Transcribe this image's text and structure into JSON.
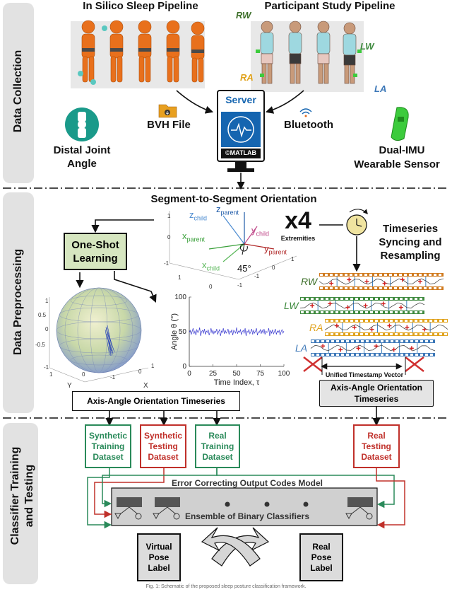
{
  "sections": {
    "collection": "Data Collection",
    "preprocessing": "Data Preprocessing",
    "training_line1": "Classifier Training",
    "training_line2": "and Testing"
  },
  "collection": {
    "insilico_title": "In Silico Sleep Pipeline",
    "participant_title": "Participant Study Pipeline",
    "limb_labels": {
      "rw": "RW",
      "lw": "LW",
      "ra": "RA",
      "la": "LA"
    },
    "server_label": "Server",
    "matlab_label": "©MATLAB",
    "bvh_label": "BVH File",
    "bluetooth_label": "Bluetooth",
    "distal_line1": "Distal Joint",
    "distal_line2": "Angle",
    "wearable_line1": "Dual-IMU",
    "wearable_line2": "Wearable Sensor"
  },
  "preprocessing": {
    "segment_title": "Segment-to-Segment Orientation",
    "frames": {
      "z_child": "z",
      "z_child_sub": "child",
      "z_parent": "z",
      "z_parent_sub": "parent",
      "x_parent": "x",
      "x_parent_sub": "parent",
      "y_child": "y",
      "y_child_sub": "child",
      "y_parent": "y",
      "y_parent_sub": "parent",
      "x_child": "x",
      "x_child_sub": "child",
      "angle": "45°"
    },
    "x4": "x4",
    "extremities": "Extremities",
    "oneshot_line1": "One-Shot",
    "oneshot_line2": "Learning",
    "sync_line1": "Timeseries",
    "sync_line2": "Syncing and",
    "sync_line3": "Resampling",
    "sphere_ticks": {
      "z": [
        "1",
        "0.5",
        "0",
        "-0.5",
        "-1"
      ],
      "x": [
        "-1",
        "0",
        "1"
      ],
      "y": [
        "-1",
        "0",
        "1"
      ]
    },
    "axis_y_label": "Y",
    "axis_x_label": "X",
    "unified_timestamp": "Unified Timestamp Vector",
    "axis_angle_left": "Axis-Angle Orientation Timeseries",
    "axis_angle_right_line1": "Axis-Angle Orientation",
    "axis_angle_right_line2": "Timeseries"
  },
  "chart_data": {
    "type": "line",
    "xlabel": "Time Index, τ",
    "ylabel": "Angle θ (°)",
    "xlim": [
      0,
      100
    ],
    "ylim": [
      0,
      100
    ],
    "xticks": [
      "0",
      "25",
      "50",
      "75",
      "100"
    ],
    "yticks": [
      "0",
      "50",
      "100"
    ],
    "grid": false,
    "series": [
      {
        "values": [
          49,
          52,
          46,
          50,
          55,
          47,
          51,
          45,
          53,
          49,
          50,
          56,
          44,
          50,
          52,
          48,
          54,
          46,
          51,
          49,
          53,
          45,
          50,
          55,
          48,
          52,
          47,
          51,
          49,
          54,
          46,
          50,
          53,
          44,
          51,
          49,
          55,
          47,
          52,
          48,
          50,
          54,
          46,
          51,
          49,
          53,
          45,
          52,
          50,
          48,
          56,
          47,
          51,
          49,
          53,
          46,
          50,
          52,
          48,
          55,
          44,
          51,
          49,
          53,
          47,
          50,
          54,
          46,
          52,
          48,
          51,
          55,
          45,
          50,
          49,
          53,
          47,
          52,
          48,
          54,
          46,
          51,
          49,
          50,
          55,
          44,
          52,
          48,
          53,
          47,
          50,
          54,
          46,
          51,
          49,
          52,
          45,
          50,
          53,
          48,
          51
        ]
      }
    ]
  },
  "tracks": [
    {
      "label": "RW",
      "color": "#d07a1e",
      "label_color": "#3d6f2a"
    },
    {
      "label": "LW",
      "color": "#3f8a3f",
      "label_color": "#3f8a3f"
    },
    {
      "label": "RA",
      "color": "#e0a21c",
      "label_color": "#e0a21c"
    },
    {
      "label": "LA",
      "color": "#3d78b8",
      "label_color": "#3d78b8"
    }
  ],
  "datasets": {
    "synthetic_training": {
      "line1": "Synthetic",
      "line2": "Training",
      "line3": "Dataset"
    },
    "synthetic_testing": {
      "line1": "Synthetic",
      "line2": "Testing",
      "line3": "Dataset"
    },
    "real_training": {
      "line1": "Real",
      "line2": "Training",
      "line3": "Dataset"
    },
    "real_testing": {
      "line1": "Real",
      "line2": "Testing",
      "line3": "Dataset"
    }
  },
  "ecoc": {
    "title": "Error Correcting Output Codes Model",
    "ensemble": "Ensemble of Binary Classifiers"
  },
  "outputs": {
    "virtual": {
      "line1": "Virtual",
      "line2": "Pose",
      "line3": "Label"
    },
    "real": {
      "line1": "Real",
      "line2": "Pose",
      "line3": "Label"
    }
  },
  "caption": "Fig. 1: Schematic of the proposed sleep posture classification framework.",
  "colors": {
    "green": "#2a8a5a",
    "red": "#c0302a",
    "orange": "#e26a1a",
    "teal": "#1a9a8a",
    "server_blue": "#1565b0"
  }
}
